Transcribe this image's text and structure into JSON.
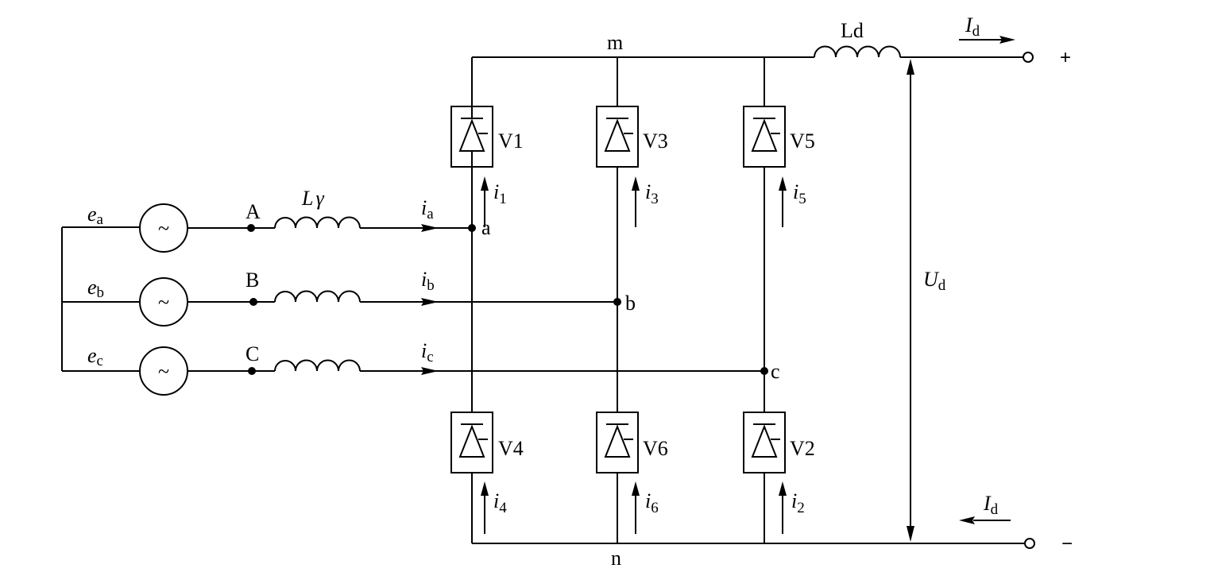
{
  "diagram": {
    "node_labels": {
      "m": "m",
      "n": "n",
      "a": "a",
      "b": "b",
      "c": "c"
    },
    "phase_labels": {
      "A": "A",
      "B": "B",
      "C": "C"
    },
    "sources": [
      {
        "symbol": "e",
        "sub": "a",
        "glyph": "~"
      },
      {
        "symbol": "e",
        "sub": "b",
        "glyph": "~"
      },
      {
        "symbol": "e",
        "sub": "c",
        "glyph": "~"
      }
    ],
    "line_currents": [
      {
        "symbol": "i",
        "sub": "a"
      },
      {
        "symbol": "i",
        "sub": "b"
      },
      {
        "symbol": "i",
        "sub": "c"
      }
    ],
    "inductor_label": {
      "main": "L",
      "greek": "γ"
    },
    "thyristors_top": [
      "V1",
      "V3",
      "V5"
    ],
    "thyristors_bottom": [
      "V4",
      "V6",
      "V2"
    ],
    "branch_currents_top": [
      {
        "symbol": "i",
        "sub": "1"
      },
      {
        "symbol": "i",
        "sub": "3"
      },
      {
        "symbol": "i",
        "sub": "5"
      }
    ],
    "branch_currents_bottom": [
      {
        "symbol": "i",
        "sub": "4"
      },
      {
        "symbol": "i",
        "sub": "6"
      },
      {
        "symbol": "i",
        "sub": "2"
      }
    ],
    "dc_inductor": "Ld",
    "dc_current": {
      "symbol": "I",
      "sub": "d"
    },
    "dc_voltage": {
      "symbol": "U",
      "sub": "d"
    },
    "terminals": {
      "plus": "+",
      "minus": "−"
    }
  }
}
